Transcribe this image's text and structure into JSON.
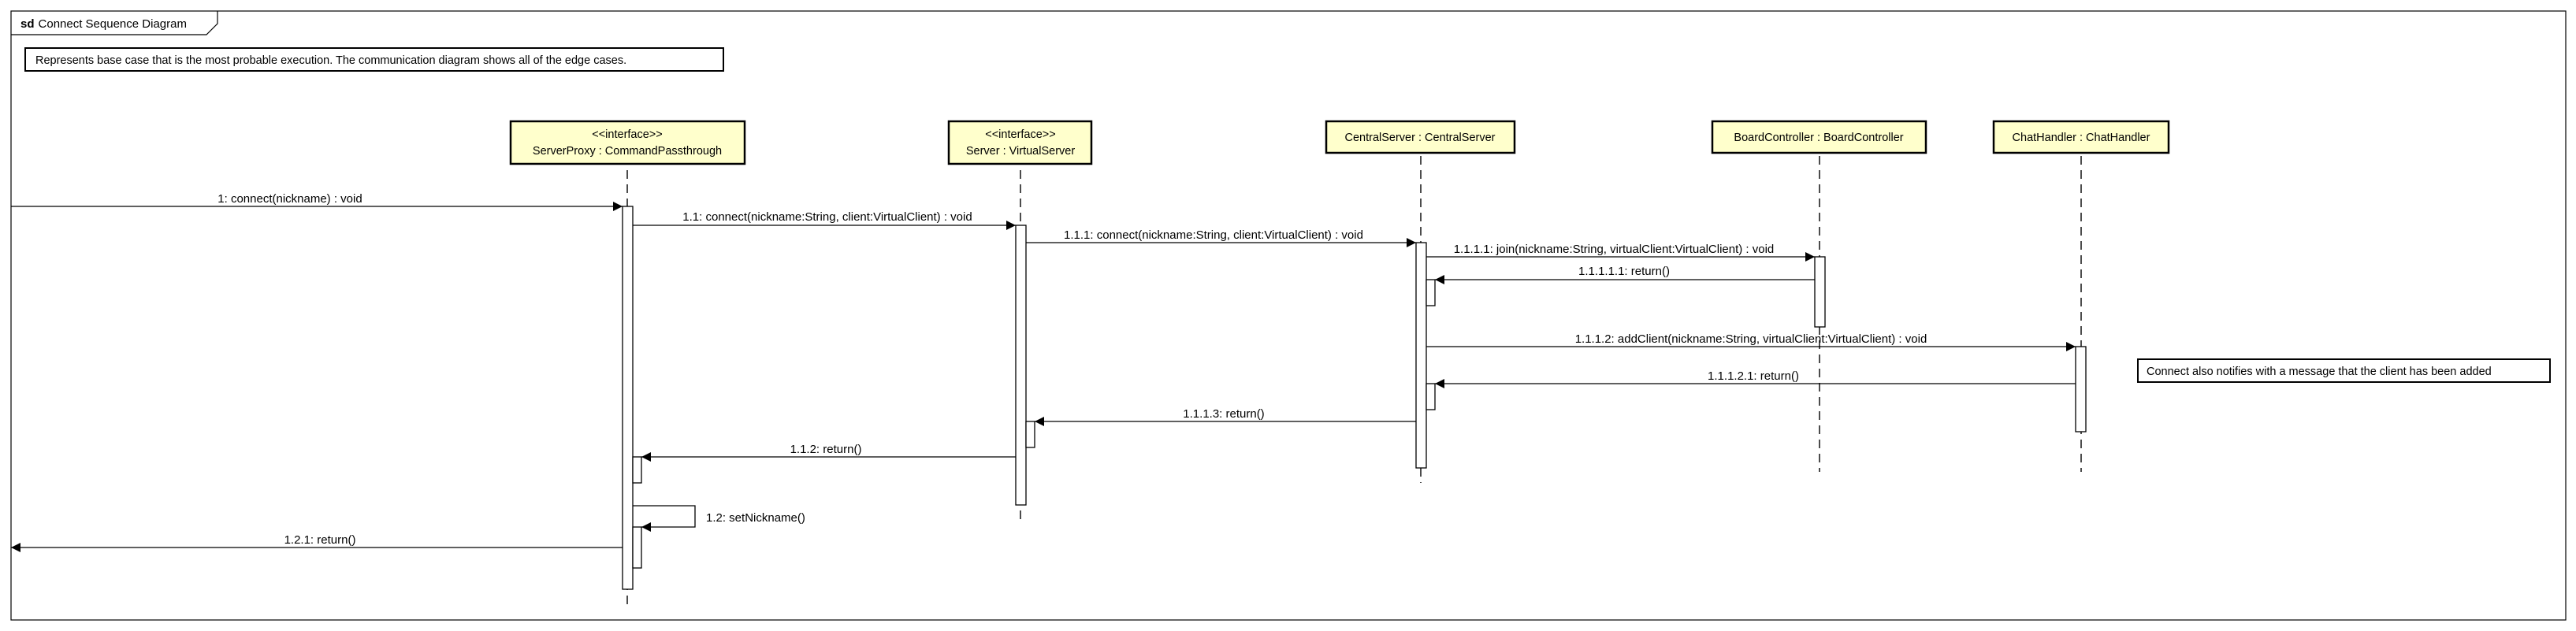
{
  "frame": {
    "keyword": "sd",
    "title": "Connect Sequence Diagram"
  },
  "notes": {
    "top": "Represents base case that is the most probable execution. The communication diagram shows all of the edge cases.",
    "side": "Connect also notifies with a message that the client has been added"
  },
  "participants": [
    {
      "stereotype": "<<interface>>",
      "name": "ServerProxy : CommandPassthrough"
    },
    {
      "stereotype": "<<interface>>",
      "name": "Server : VirtualServer"
    },
    {
      "stereotype": "",
      "name": "CentralServer : CentralServer"
    },
    {
      "stereotype": "",
      "name": "BoardController : BoardController"
    },
    {
      "stereotype": "",
      "name": "ChatHandler : ChatHandler"
    }
  ],
  "messages": [
    "1: connect(nickname) : void",
    "1.1: connect(nickname:String, client:VirtualClient) : void",
    "1.1.1: connect(nickname:String, client:VirtualClient) : void",
    "1.1.1.1: join(nickname:String, virtualClient:VirtualClient) : void",
    "1.1.1.1.1: return()",
    "1.1.1.2: addClient(nickname:String, virtualClient:VirtualClient) : void",
    "1.1.1.2.1: return()",
    "1.1.1.3: return()",
    "1.1.2: return()",
    "1.2: setNickname()",
    "1.2.1: return()"
  ],
  "colors": {
    "head_fill": "#FFFFCC",
    "line": "#000000",
    "background": "#FFFFFF"
  }
}
